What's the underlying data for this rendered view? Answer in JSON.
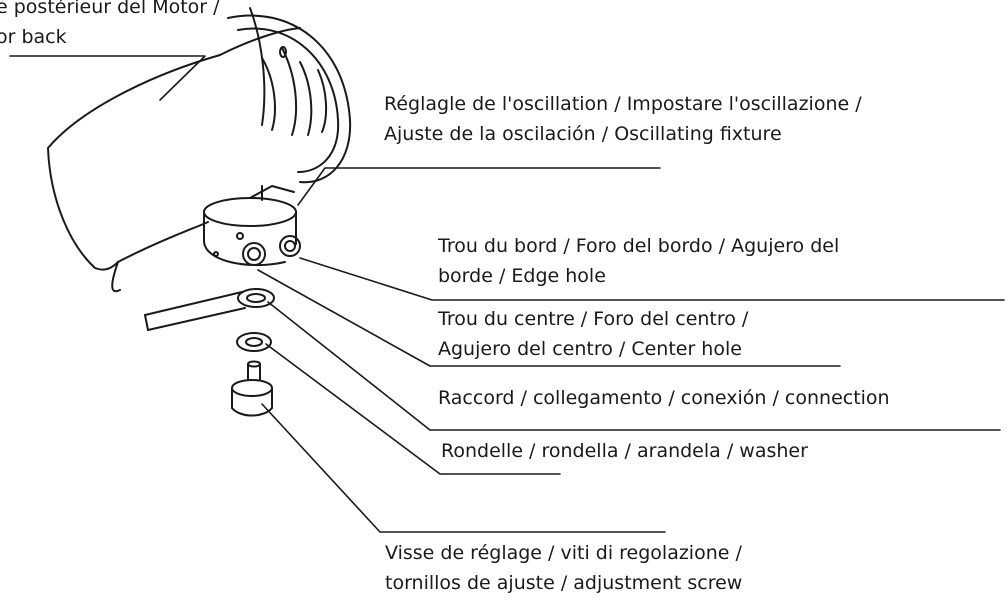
{
  "labels": {
    "motor_back": {
      "line1": "e postérieur del Motor /",
      "line2": "or back"
    },
    "oscillation": {
      "line1": "Réglagle de l'oscillation / Impostare l'oscillazione /",
      "line2": "Ajuste de la oscilación / Oscillating fixture"
    },
    "edge_hole": {
      "line1": "Trou du bord / Foro del bordo / Agujero del",
      "line2": "borde / Edge hole"
    },
    "center_hole": {
      "line1": "Trou du centre / Foro del centro /",
      "line2": "Agujero del centro / Center hole"
    },
    "connection": {
      "line1": "Raccord / collegamento / conexión / connection"
    },
    "washer": {
      "line1": "Rondelle / rondella / arandela / washer"
    },
    "screw": {
      "line1": "Visse de réglage / viti di regolazione /",
      "line2": "tornillos de ajuste / adjustment screw"
    }
  }
}
